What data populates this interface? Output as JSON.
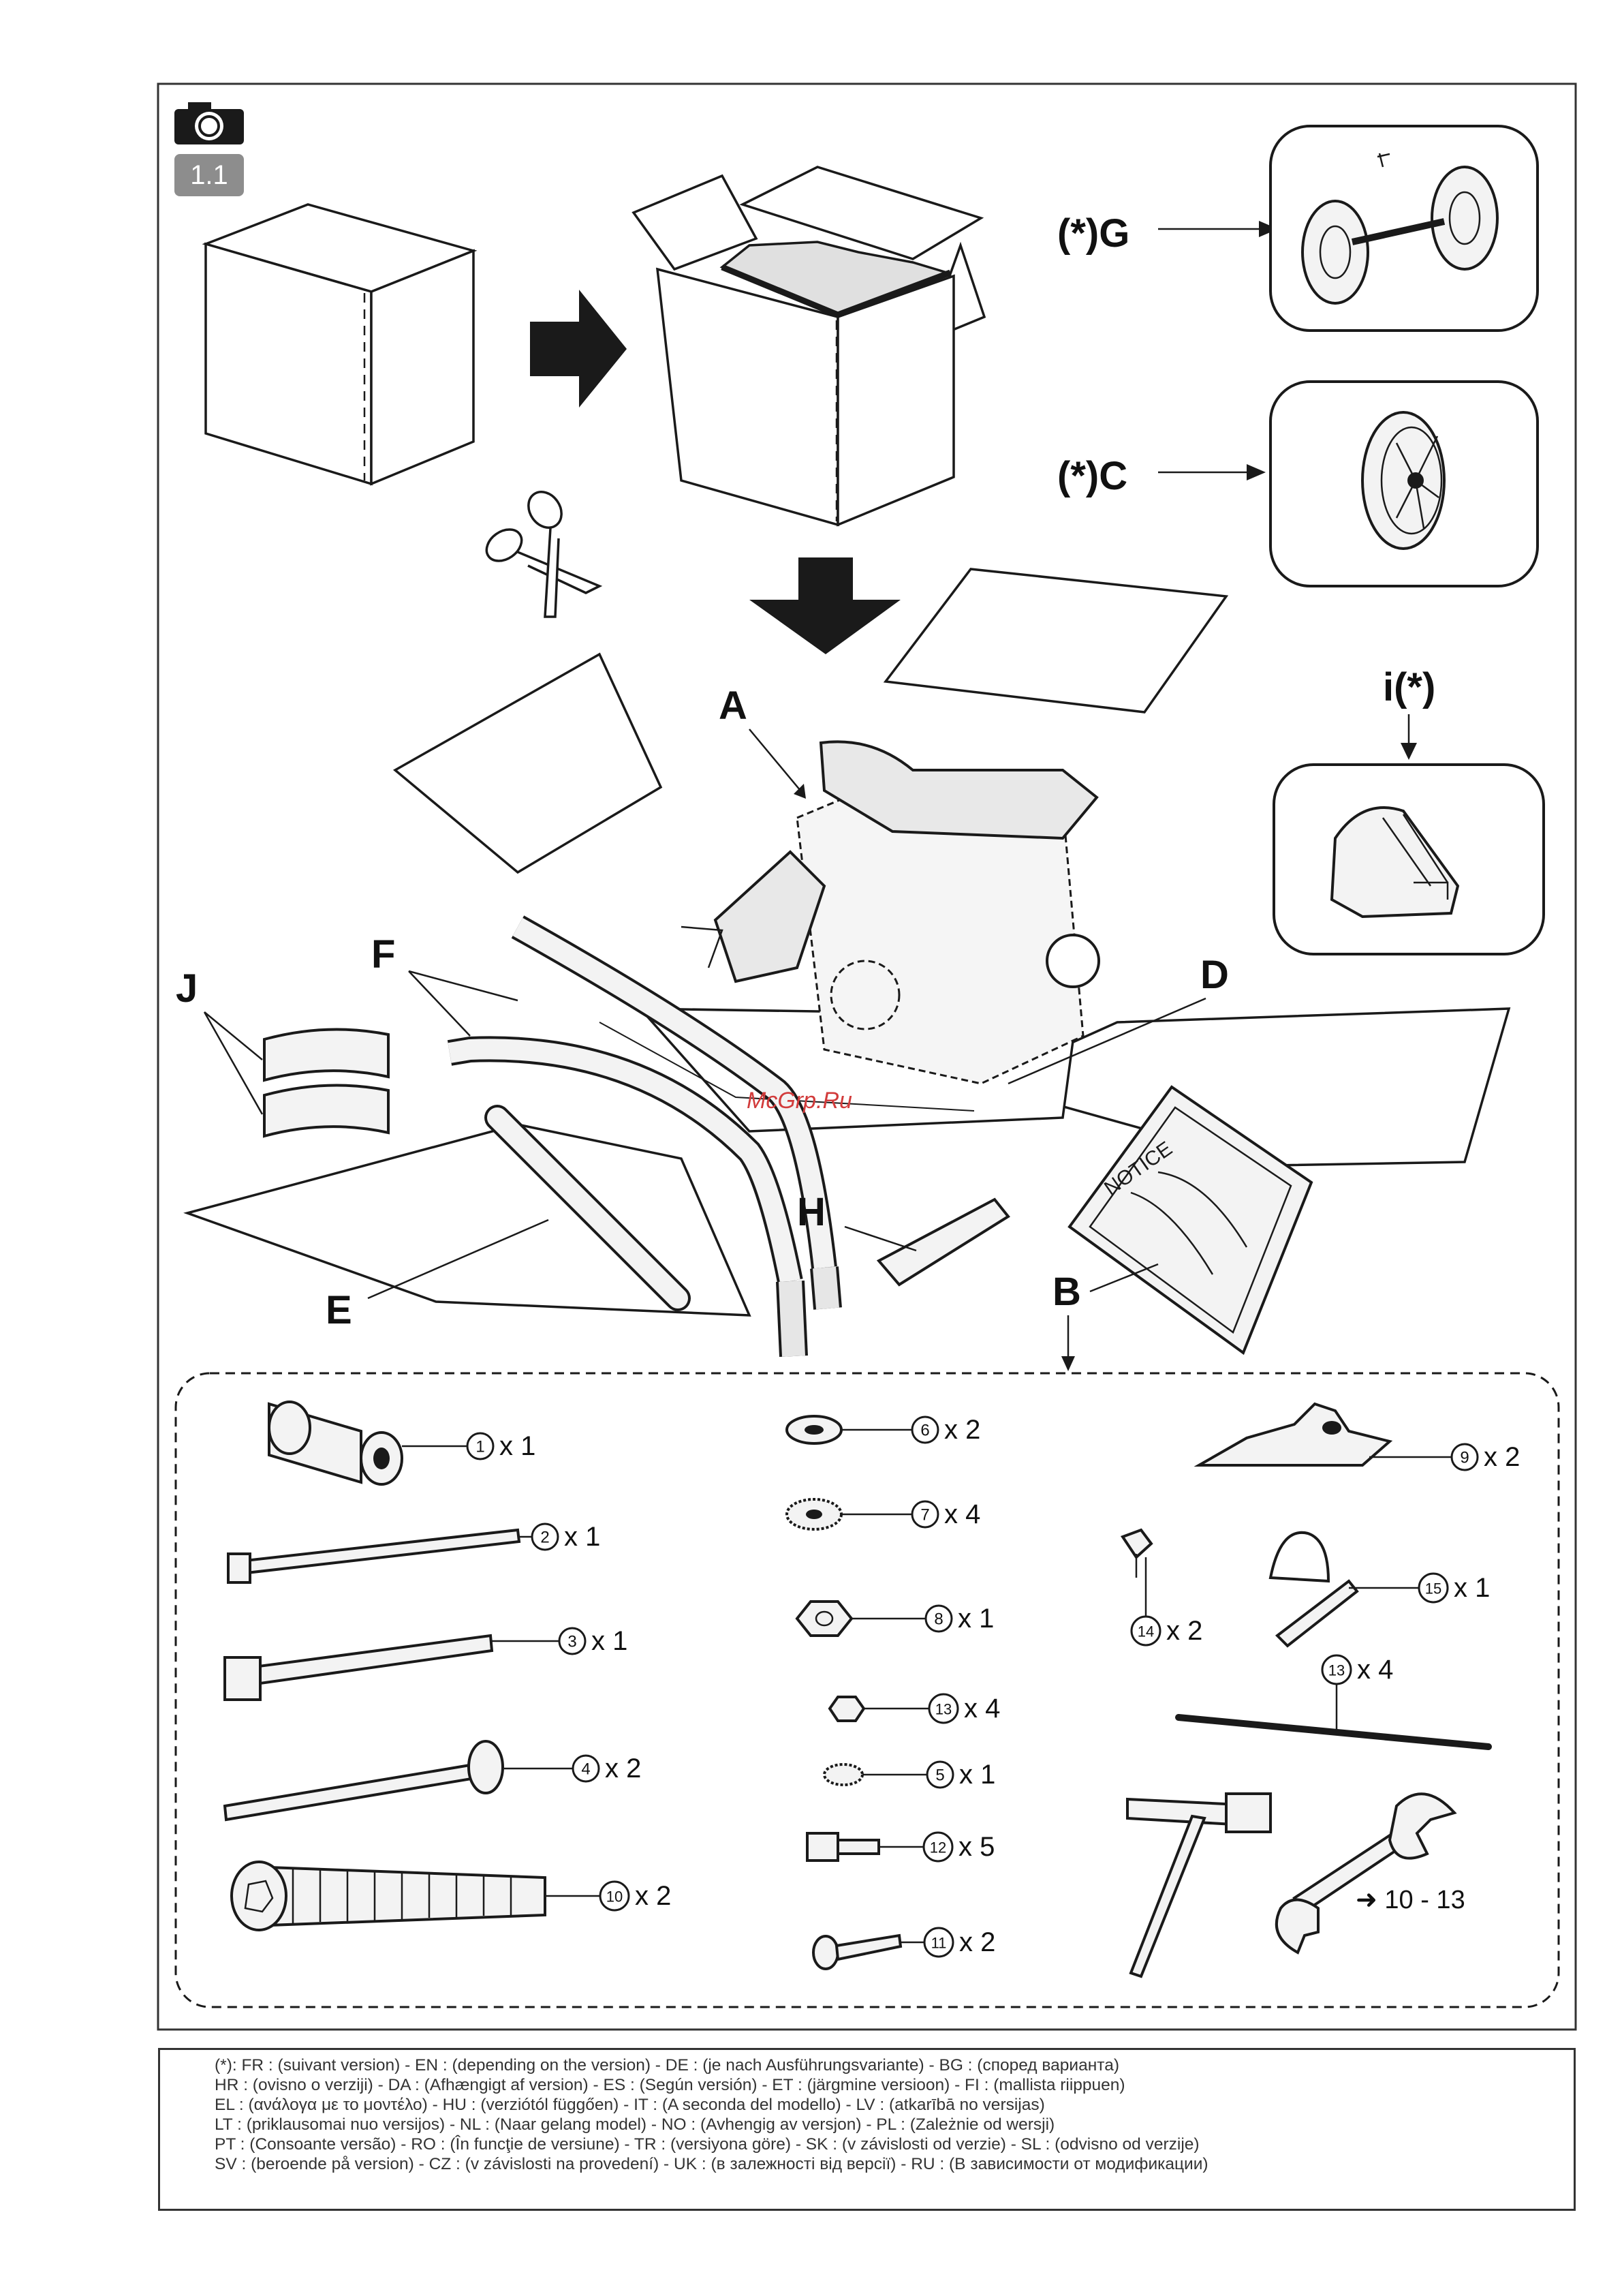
{
  "step_badge": "1.1",
  "labels": {
    "g": "(*)G",
    "c": "(*)C",
    "i": "i(*)",
    "a": "A",
    "b": "B",
    "d": "D",
    "e": "E",
    "f": "F",
    "h": "H",
    "j": "J"
  },
  "notice_text": "NOTICE",
  "watermark": "McGrp.Ru",
  "parts": [
    {
      "num": "1",
      "qty": "x 1"
    },
    {
      "num": "2",
      "qty": "x 1"
    },
    {
      "num": "3",
      "qty": "x 1"
    },
    {
      "num": "4",
      "qty": "x 2"
    },
    {
      "num": "10",
      "qty": "x 2"
    },
    {
      "num": "6",
      "qty": "x 2"
    },
    {
      "num": "7",
      "qty": "x 4"
    },
    {
      "num": "8",
      "qty": "x 1"
    },
    {
      "num": "13",
      "qty": "x 4"
    },
    {
      "num": "5",
      "qty": "x 1"
    },
    {
      "num": "12",
      "qty": "x 5"
    },
    {
      "num": "11",
      "qty": "x 2"
    },
    {
      "num": "9",
      "qty": "x 2"
    },
    {
      "num": "14",
      "qty": "x 2"
    },
    {
      "num": "15",
      "qty": "x 1"
    },
    {
      "num": "13",
      "qty": "x 4"
    }
  ],
  "wrench_range": "➜ 10 - 13",
  "footer_lines": [
    "(*): FR : (suivant version) - EN : (depending on the version) - DE : (je nach Ausführungsvariante) - BG : (според варианта)",
    "HR : (ovisno o verziji) - DA : (Afhængigt af version) - ES : (Según versión) - ET : (järgmine versioon) - FI : (mallista riippuen)",
    "EL : (ανάλογα με το μοντέλο) - HU : (verziótól függően) - IT : (A seconda del modello) - LV : (atkarībā no versijas)",
    "LT : (priklausomai nuo versijos) - NL : (Naar gelang model) - NO : (Avhengig av versjon) - PL : (Zależnie od wersji)",
    "PT : (Consoante versão) - RO : (În funcţie de versiune) - TR : (versiyona göre) - SK : (v závislosti od verzie) - SL : (odvisno od verzije)",
    "SV : (beroende på version) - CZ : (v závislosti na provedení) - UK : (в залежності від версії) - RU : (В зависимости от модификации)"
  ]
}
